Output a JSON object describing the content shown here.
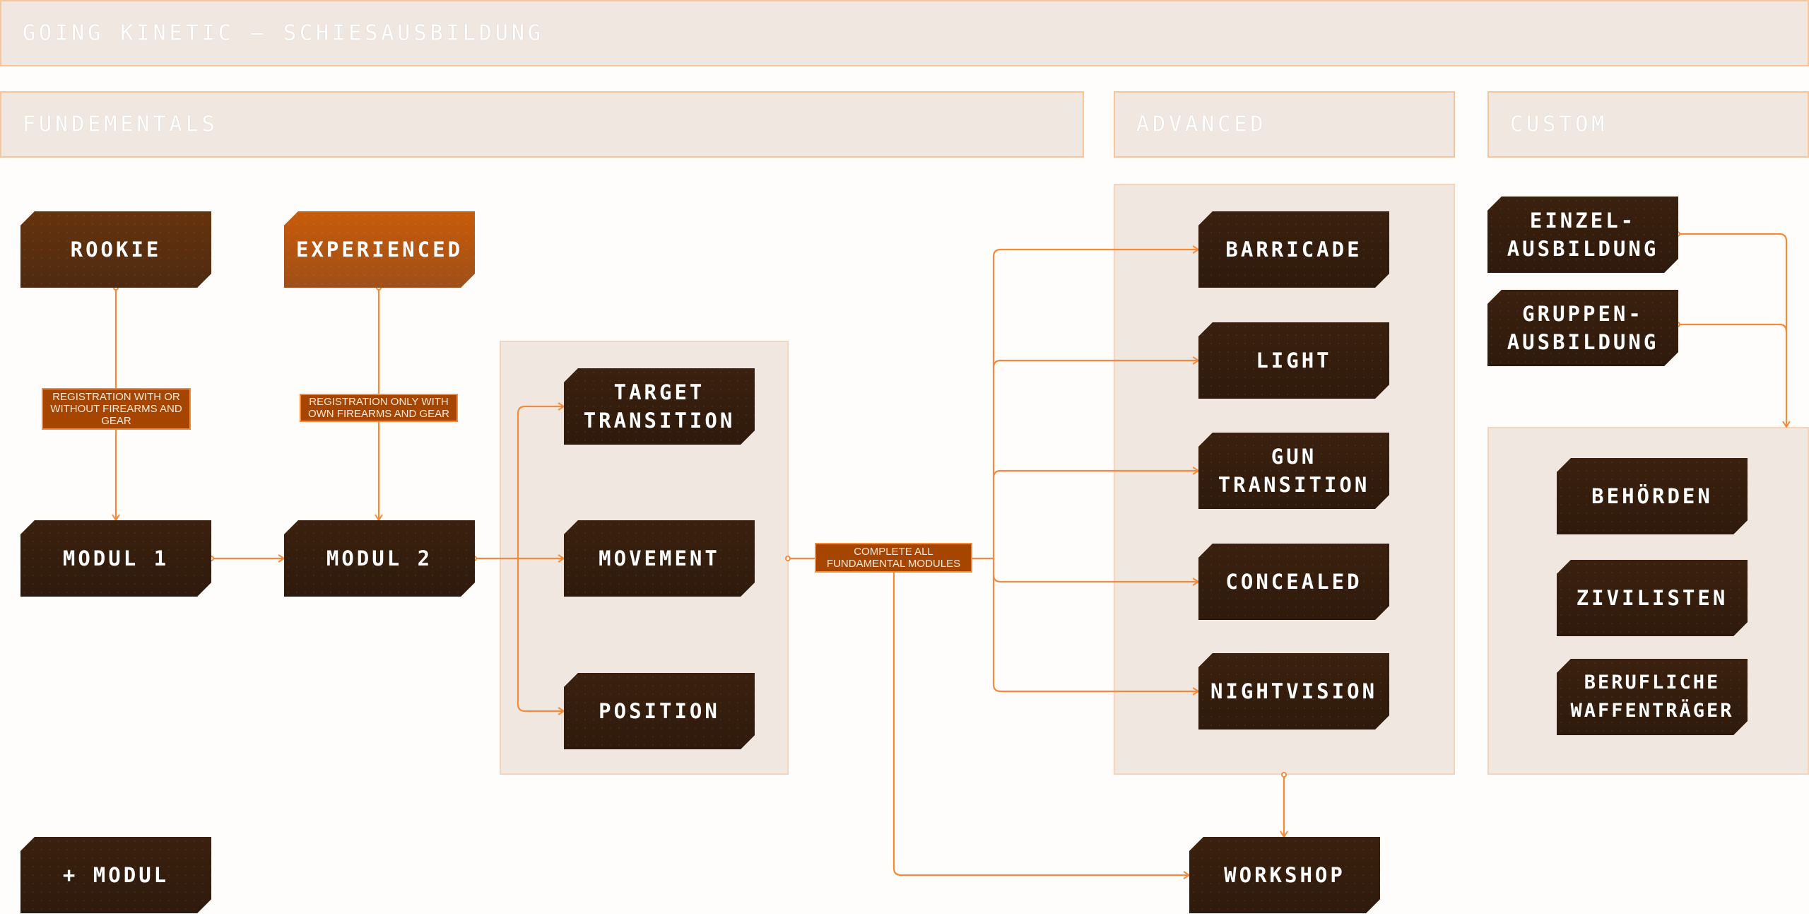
{
  "header": {
    "title": "GOING KINETIC — SCHIESAUSBILDUNG"
  },
  "sections": {
    "fundamentals": "FUNDEMENTALS",
    "advanced": "ADVANCED",
    "custom": "CUSTOM"
  },
  "fundamentals": {
    "rookie": "ROOKIE",
    "experienced": "EXPERIENCED",
    "rookie_note": "REGISTRATION WITH OR WITHOUT FIREARMS AND GEAR",
    "experienced_note": "REGISTRATION ONLY WITH OWN FIREARMS AND GEAR",
    "modul1": "MODUL 1",
    "modul2": "MODUL 2",
    "target_transition": "TARGET TRANSITION",
    "movement": "MOVEMENT",
    "position": "POSITION",
    "add_modul": "+ MODUL"
  },
  "gate": {
    "label": "COMPLETE ALL FUNDAMENTAL MODULES"
  },
  "advanced": {
    "items": [
      "BARRICADE",
      "LIGHT",
      "GUN TRANSITION",
      "CONCEALED",
      "NIGHTVISION"
    ],
    "workshop": "WORKSHOP"
  },
  "custom": {
    "einzel": "EINZEL-AUSBILDUNG",
    "gruppen": "GRUPPEN-AUSBILDUNG",
    "items": [
      "BEHÖRDEN",
      "ZIVILISTEN",
      "BERUFLICHE WAFFENTRÄGER"
    ]
  },
  "colors": {
    "accent": "#f58a3a",
    "node": "#3a2010",
    "label": "#a64500",
    "panel": "#f0e7e0"
  }
}
